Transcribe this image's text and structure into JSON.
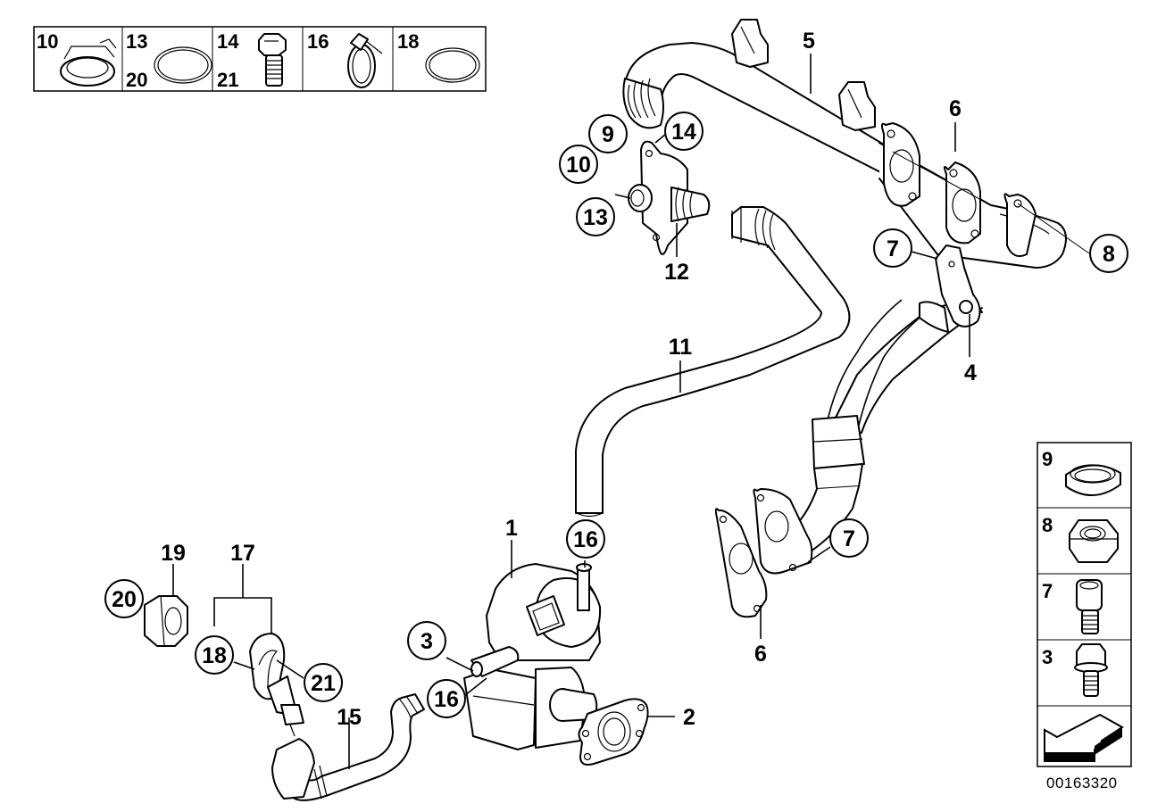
{
  "diagram": {
    "document_number": "00163320",
    "callouts": [
      {
        "id": "1",
        "label": "1",
        "circled": false
      },
      {
        "id": "2",
        "label": "2",
        "circled": false
      },
      {
        "id": "3",
        "label": "3",
        "circled": true
      },
      {
        "id": "4",
        "label": "4",
        "circled": false
      },
      {
        "id": "5",
        "label": "5",
        "circled": false
      },
      {
        "id": "6a",
        "label": "6",
        "circled": false
      },
      {
        "id": "6b",
        "label": "6",
        "circled": false
      },
      {
        "id": "7a",
        "label": "7",
        "circled": true
      },
      {
        "id": "7b",
        "label": "7",
        "circled": true
      },
      {
        "id": "8",
        "label": "8",
        "circled": true
      },
      {
        "id": "9",
        "label": "9",
        "circled": true
      },
      {
        "id": "10",
        "label": "10",
        "circled": true
      },
      {
        "id": "11",
        "label": "11",
        "circled": false
      },
      {
        "id": "12",
        "label": "12",
        "circled": false
      },
      {
        "id": "13",
        "label": "13",
        "circled": true
      },
      {
        "id": "14",
        "label": "14",
        "circled": true
      },
      {
        "id": "15",
        "label": "15",
        "circled": false
      },
      {
        "id": "16a",
        "label": "16",
        "circled": true
      },
      {
        "id": "16b",
        "label": "16",
        "circled": true
      },
      {
        "id": "17",
        "label": "17",
        "circled": false
      },
      {
        "id": "18",
        "label": "18",
        "circled": true
      },
      {
        "id": "19",
        "label": "19",
        "circled": false
      },
      {
        "id": "20",
        "label": "20",
        "circled": true
      },
      {
        "id": "21",
        "label": "21",
        "circled": true
      }
    ],
    "top_legend": [
      {
        "labels": [
          "10"
        ],
        "icon": "ring-clip-icon"
      },
      {
        "labels": [
          "13",
          "20"
        ],
        "icon": "o-ring-icon"
      },
      {
        "labels": [
          "14",
          "21"
        ],
        "icon": "hex-bolt-icon"
      },
      {
        "labels": [
          "16"
        ],
        "icon": "hose-clamp-icon"
      },
      {
        "labels": [
          "18"
        ],
        "icon": "o-ring-icon"
      }
    ],
    "side_legend": [
      {
        "labels": [
          "9"
        ],
        "icon": "sealing-ring-icon"
      },
      {
        "labels": [
          "8"
        ],
        "icon": "hex-nut-icon"
      },
      {
        "labels": [
          "7"
        ],
        "icon": "socket-cap-screw-icon"
      },
      {
        "labels": [
          "3"
        ],
        "icon": "flange-bolt-icon"
      },
      {
        "labels": [],
        "icon": "direction-arrow-icon"
      }
    ]
  }
}
